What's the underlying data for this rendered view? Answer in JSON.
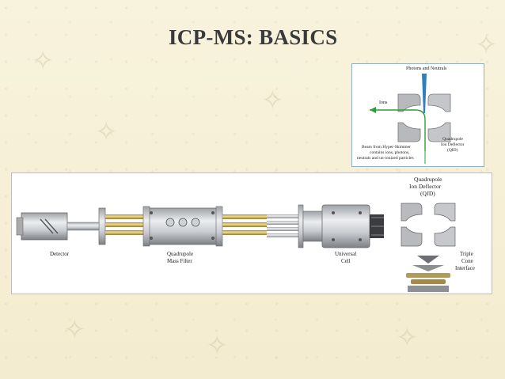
{
  "slide": {
    "title": "ICP-MS: BASICS"
  },
  "inset": {
    "top_label": "Photons and Neutrals",
    "ions_label": "Ions",
    "qid_label_1": "Quadrupole",
    "qid_label_2": "Ion Deflector",
    "qid_label_3": "(QID)",
    "beam_line_1": "Beam from Hyper-Skimmer",
    "beam_line_2": "contains ions, photons,",
    "beam_line_3": "neutrals and un-ionized particles"
  },
  "diagram": {
    "detector": "Detector",
    "qmf_1": "Quadrupole",
    "qmf_2": "Mass Filter",
    "uc_1": "Universal",
    "uc_2": "Cell",
    "qid_1": "Quadrupole",
    "qid_2": "Ion Deflector",
    "qid_3": "(QJD)",
    "tci_1": "Triple",
    "tci_2": "Cone",
    "tci_3": "Interface"
  }
}
